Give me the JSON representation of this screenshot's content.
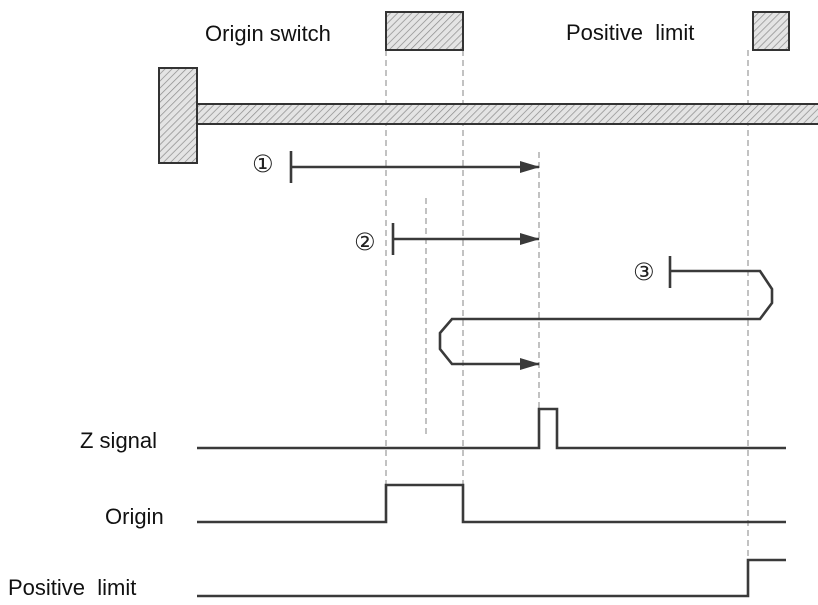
{
  "labels": {
    "origin_switch": "Origin switch",
    "positive_limit_top": "Positive  limit",
    "z_signal": "Z signal",
    "origin": "Origin",
    "positive_limit_bottom": "Positive  limit"
  },
  "paths": {
    "path1_marker": "①",
    "path2_marker": "②",
    "path3_marker": "③"
  },
  "colors": {
    "line": "#3a3a3a",
    "guide": "#9a9a9a",
    "hatch": "#8a8a8a"
  }
}
